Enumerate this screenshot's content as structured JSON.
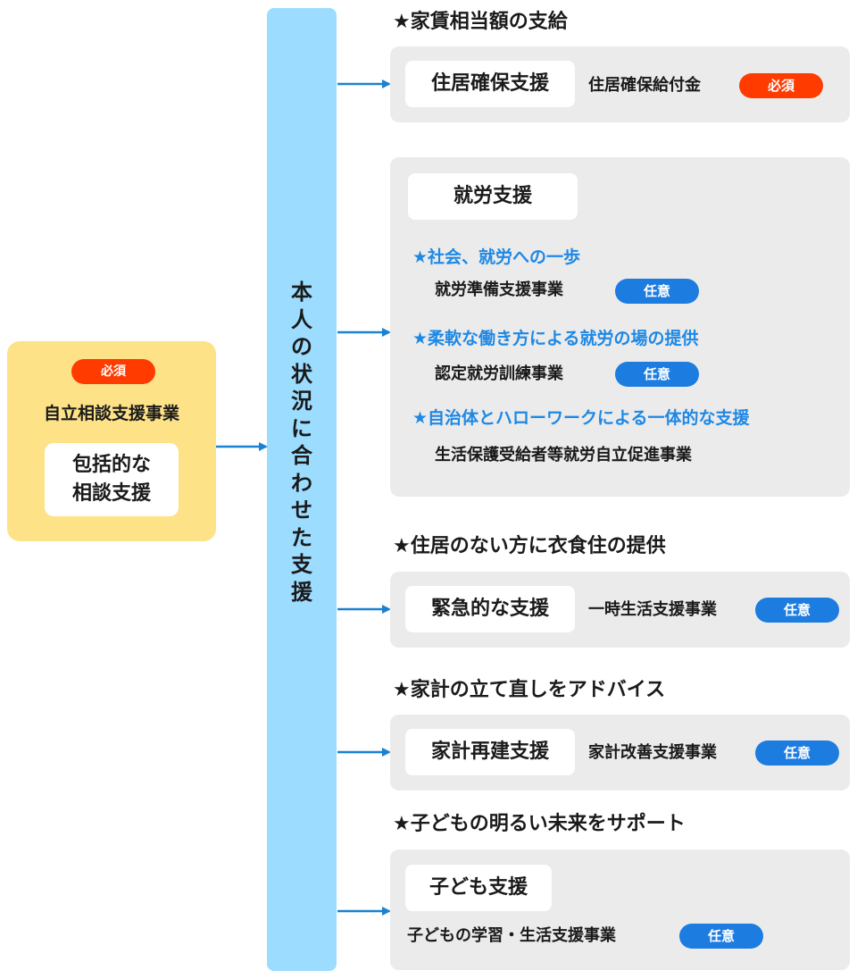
{
  "left": {
    "badge": "必須",
    "title": "自立相談支援事業",
    "inner": "包括的な\n相談支援"
  },
  "center": {
    "label": "本\n人\nの\n状\n況\nに\n合\nわ\nせ\nた\n支\n援"
  },
  "colors": {
    "required": "#ff3b00",
    "optional": "#1c7ce0",
    "column": "#9cdcff",
    "left_box": "#fde287",
    "arrow": "#1a82d0",
    "subheading": "#1e88e5"
  },
  "groups": [
    {
      "heading": "★家賃相当額の支給",
      "box_title": "住居確保支援",
      "program": "住居確保給付金",
      "badge": "必須"
    },
    {
      "box_title": "就労支援",
      "items": [
        {
          "heading": "★社会、就労への一歩",
          "program": "就労準備支援事業",
          "badge": "任意"
        },
        {
          "heading": "★柔軟な働き方による就労の場の提供",
          "program": "認定就労訓練事業",
          "badge": "任意"
        },
        {
          "heading": "★自治体とハローワークによる一体的な支援",
          "program": "生活保護受給者等就労自立促進事業"
        }
      ]
    },
    {
      "heading": "★住居のない方に衣食住の提供",
      "box_title": "緊急的な支援",
      "program": "一時生活支援事業",
      "badge": "任意"
    },
    {
      "heading": "★家計の立て直しをアドバイス",
      "box_title": "家計再建支援",
      "program": "家計改善支援事業",
      "badge": "任意"
    },
    {
      "heading": "★子どもの明るい未来をサポート",
      "box_title": "子ども支援",
      "program": "子どもの学習・生活支援事業",
      "badge": "任意"
    }
  ]
}
